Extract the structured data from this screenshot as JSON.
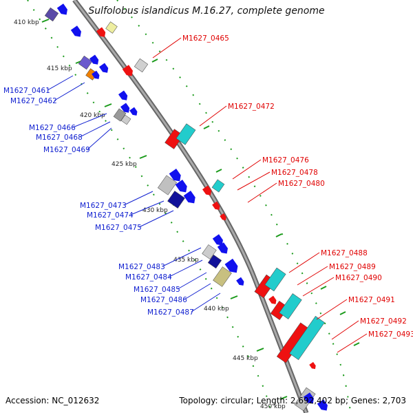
{
  "title": "Sulfolobus islandicus M.16.27, complete genome",
  "footer": {
    "accession": "Accession: NC_012632",
    "summary": "Topology: circular; Length: 2,692,402 bp; Genes: 2,703"
  },
  "colors": {
    "backbone": "#888888",
    "tick": "#1a9a1a",
    "gene_forward": "#ee1111",
    "gene_reverse": "#1111ee",
    "rna": "#22cccc",
    "label_forward": "#e00000",
    "label_reverse": "#1020d0"
  },
  "ticks": [
    "410 kbp",
    "415 kbp",
    "420 kbp",
    "425 kbp",
    "430 kbp",
    "435 kbp",
    "440 kbp",
    "445 kbp",
    "450 kbp"
  ],
  "genes_reverse": [
    "M1627_0461",
    "M1627_0462",
    "M1627_0466",
    "M1627_0468",
    "M1627_0469",
    "M1627_0473",
    "M1627_0474",
    "M1627_0475",
    "M1627_0483",
    "M1627_0484",
    "M1627_0485",
    "M1627_0486",
    "M1627_0487"
  ],
  "genes_forward": [
    "M1627_0465",
    "M1627_0472",
    "M1627_0476",
    "M1627_0478",
    "M1627_0480",
    "M1627_0488",
    "M1627_0489",
    "M1627_0490",
    "M1627_0491",
    "M1627_0492",
    "M1627_0493"
  ]
}
